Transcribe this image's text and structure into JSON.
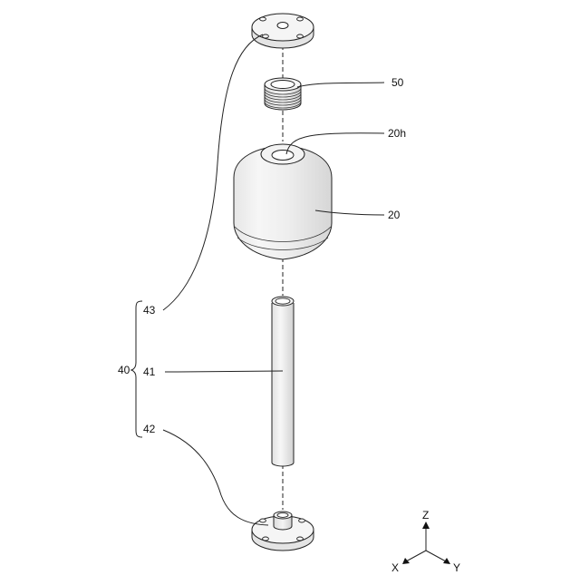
{
  "labels": {
    "top_flange": "43",
    "threaded_insert": "50",
    "through_hole": "20h",
    "body": "20",
    "assembly": "40",
    "rod": "41",
    "bottom_flange": "42"
  },
  "axes": {
    "z": "Z",
    "x": "X",
    "y": "Y"
  }
}
